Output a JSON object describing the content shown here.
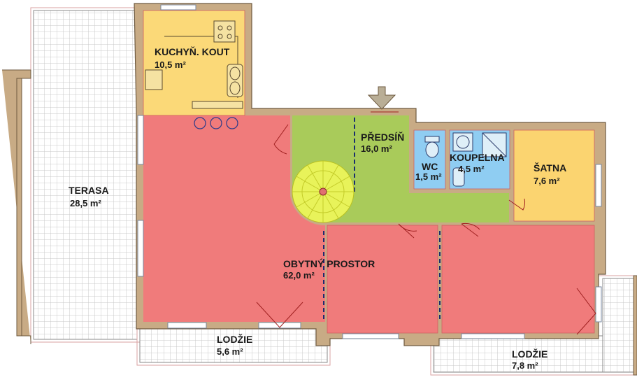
{
  "colors": {
    "wall": "#c8ab85",
    "wall_stroke": "#6e5a40",
    "kitchen": "#fbd978",
    "living": "#f07b7b",
    "hall": "#a9cb5a",
    "bath": "#8fcdf2",
    "closet": "#fbd470",
    "tile_grid": "#cccccc",
    "stair": "#e8f35a",
    "entry_arrow": "#b9ae96"
  },
  "rooms": {
    "kitchen": {
      "name": "KUCHYŇ. KOUT",
      "area": "10,5 m²"
    },
    "terrace": {
      "name": "TERASA",
      "area": "28,5 m²"
    },
    "hall": {
      "name": "PŘEDSÍŇ",
      "area": "16,0 m²"
    },
    "wc": {
      "name": "WC",
      "area": "1,5 m²"
    },
    "bathroom": {
      "name": "KOUPELNA",
      "area": "4,5 m²"
    },
    "closet": {
      "name": "ŠATNA",
      "area": "7,6 m²"
    },
    "living": {
      "name": "OBYTNÝ PROSTOR",
      "area": "62,0 m²"
    },
    "loggia_1": {
      "name": "LODŽIE",
      "area": "5,6 m²"
    },
    "loggia_2": {
      "name": "LODŽIE",
      "area": "7,8 m²"
    }
  },
  "icons": {
    "entrance": "entrance-arrow-icon",
    "stairs": "spiral-staircase-icon",
    "stove": "stove-icon",
    "sink": "sink-icon",
    "toilet": "toilet-icon",
    "shower": "shower-icon",
    "washer": "washing-machine-icon",
    "bar_stool": "bar-stool-icon"
  }
}
